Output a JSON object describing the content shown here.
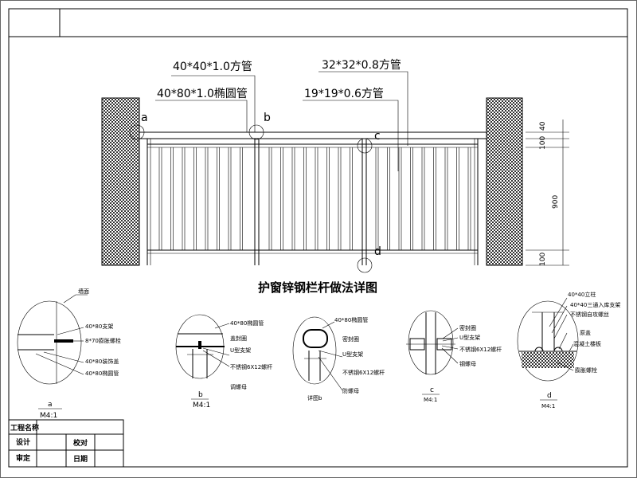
{
  "main_drawing": {
    "labels": {
      "handrail": "40*40*1.0方管",
      "oval_tube": "40*80*1.0椭圆管",
      "post": "32*32*0.8方管",
      "baluster": "19*19*0.6方管"
    },
    "callouts": [
      "a",
      "b",
      "c",
      "d"
    ],
    "dimensions": [
      "40",
      "100",
      "900",
      "100"
    ],
    "title": "护窗锌钢栏杆做法详图"
  },
  "details": {
    "a": {
      "labels": [
        "墙面",
        "40*80支架",
        "8*70膨胀螺栓",
        "40*80装饰盖",
        "40*80椭圆管"
      ],
      "tag": "a",
      "scale": "M4:1"
    },
    "b": {
      "labels": [
        "40*80椭圆管",
        "盖封圈",
        "U型支架",
        "不锈钢6X12螺杆",
        "调螺母"
      ],
      "tag": "b",
      "scale": "M4:1"
    },
    "b2": {
      "labels": [
        "40*80椭圆管",
        "密封圈",
        "U型支架",
        "不锈钢6X12螺杆",
        "防螺母"
      ],
      "tag": "详图b"
    },
    "c": {
      "labels": [
        "密封圈",
        "U型支架",
        "不锈钢6X12螺杆",
        "钢螺母"
      ],
      "tag": "c",
      "scale": "M4:1"
    },
    "d": {
      "labels": [
        "40*40立柱",
        "40*40三通入库支架",
        "不锈钢自攻螺丝",
        "原盖",
        "混凝土楼板",
        "膨胀螺栓"
      ],
      "tag": "d",
      "scale": "M4:1"
    }
  },
  "title_block": {
    "project_name": "工程名称",
    "design": "设计",
    "check": "校对",
    "approve": "审定",
    "date": "日期"
  }
}
